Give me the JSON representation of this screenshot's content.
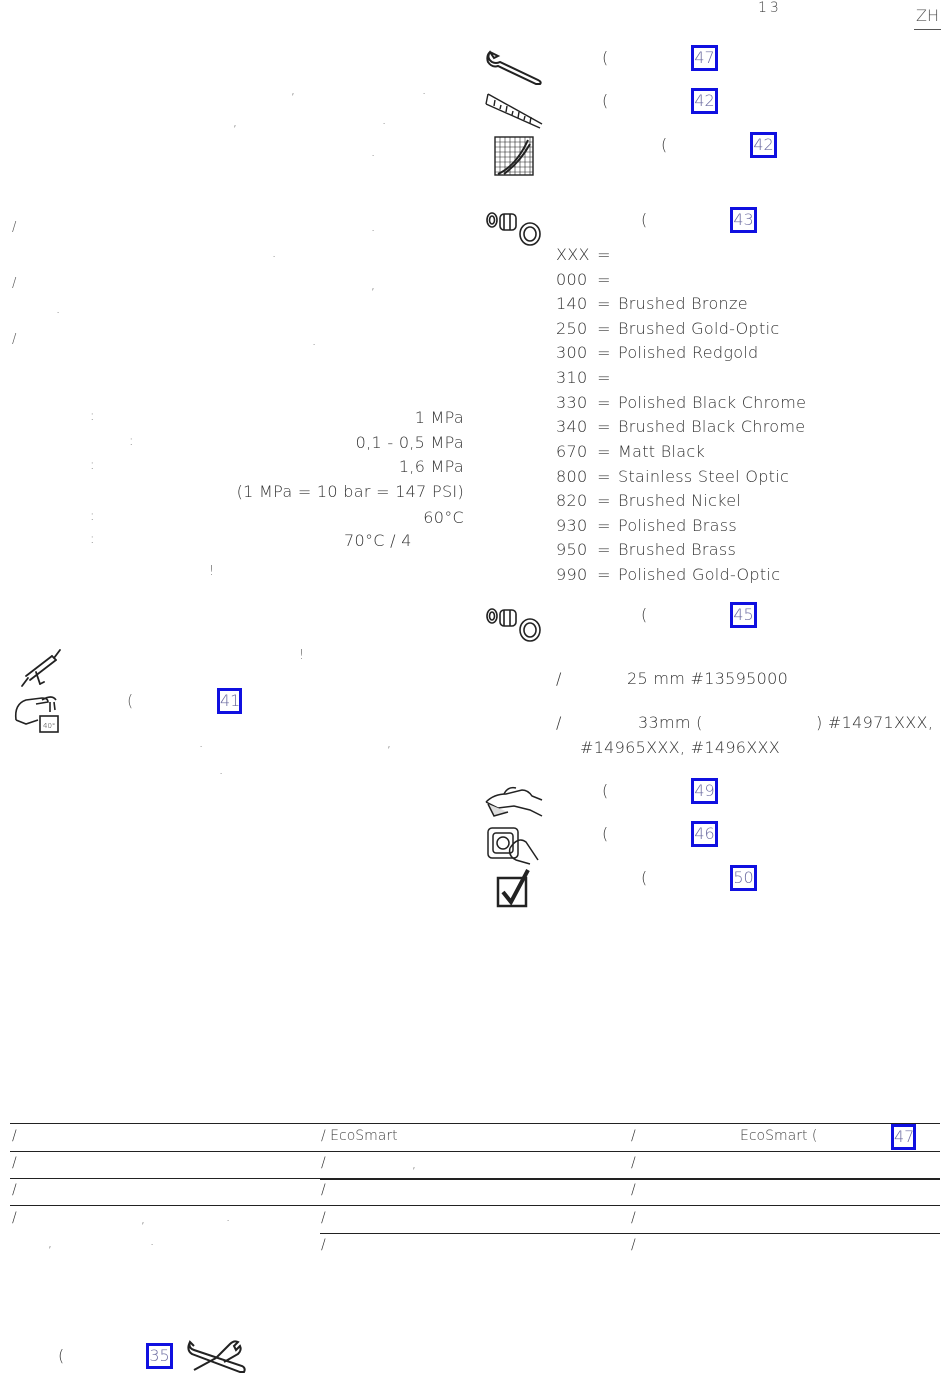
{
  "header": {
    "page_number": "13",
    "language": "ZH"
  },
  "left": {
    "intro_marks": [
      ",",
      ".",
      ",",
      ".",
      "."
    ],
    "bullet_marks": [
      "/",
      ".",
      ".",
      "/",
      ",",
      ".",
      "/",
      "."
    ],
    "specs": [
      {
        "colon": ":",
        "value": "1 MPa"
      },
      {
        "colon": ":",
        "value": "0,1 - 0,5 MPa"
      },
      {
        "colon": ":",
        "value": "1,6 MPa"
      },
      {
        "colon": "",
        "value": "(1 MPa = 10 bar = 147 PSI)"
      },
      {
        "colon": ":",
        "value": "60°C"
      },
      {
        "colon": ":",
        "value": "70°C / 4"
      }
    ],
    "warning_mark": "!",
    "silicone_mark": "!",
    "flush_open": "(",
    "flush_ref": "41",
    "flush_marks": [
      ".",
      ",",
      "."
    ]
  },
  "right": {
    "service_open": "(",
    "service_ref": "47",
    "dimensions_open": "(",
    "dimensions_ref": "42",
    "flow_open": "(",
    "flow_ref": "42",
    "finish_open": "(",
    "finish_ref": "43",
    "finishes": [
      {
        "code": "XXX",
        "name": ""
      },
      {
        "code": "000",
        "name": ""
      },
      {
        "code": "140",
        "name": "Brushed Bronze"
      },
      {
        "code": "250",
        "name": "Brushed Gold-Optic"
      },
      {
        "code": "300",
        "name": "Polished Redgold"
      },
      {
        "code": "310",
        "name": ""
      },
      {
        "code": "330",
        "name": "Polished Black Chrome"
      },
      {
        "code": "340",
        "name": "Brushed Black Chrome"
      },
      {
        "code": "670",
        "name": "Matt Black"
      },
      {
        "code": "800",
        "name": "Stainless Steel Optic"
      },
      {
        "code": "820",
        "name": "Brushed Nickel"
      },
      {
        "code": "930",
        "name": "Polished Brass"
      },
      {
        "code": "950",
        "name": "Brushed Brass"
      },
      {
        "code": "990",
        "name": "Polished Gold-Optic"
      }
    ],
    "eq": "=",
    "parts_open": "(",
    "parts_ref": "45",
    "accessory_1_slash": "/",
    "accessory_1": "25 mm #13595000",
    "accessory_2_slash": "/",
    "accessory_2_a": "33mm (",
    "accessory_2_b": ") #14971XXX,",
    "accessory_2_c": "#14965XXX, #1496XXX",
    "cleaning_open": "(",
    "cleaning_ref": "49",
    "operation_open": "(",
    "operation_ref": "46",
    "test_open": "(",
    "test_ref": "50"
  },
  "table": {
    "rows": [
      {
        "c1": "/",
        "c2": "/  EcoSmart",
        "c3": "/",
        "c3b": "EcoSmart (",
        "ref": "47"
      },
      {
        "c1": "/",
        "c2": "/",
        "c2mark": ",",
        "c3": "/"
      },
      {
        "c1": "/",
        "c2": "/",
        "c3": "/"
      },
      {
        "c1": "/",
        "c1m1": ",",
        "c1m2": ".",
        "c2": "/",
        "c3": "/"
      },
      {
        "c1": "",
        "c1m1": ",",
        "c1m2": ".",
        "c2": "/",
        "c3": "/"
      }
    ]
  },
  "footer": {
    "open": "(",
    "ref": "35"
  }
}
